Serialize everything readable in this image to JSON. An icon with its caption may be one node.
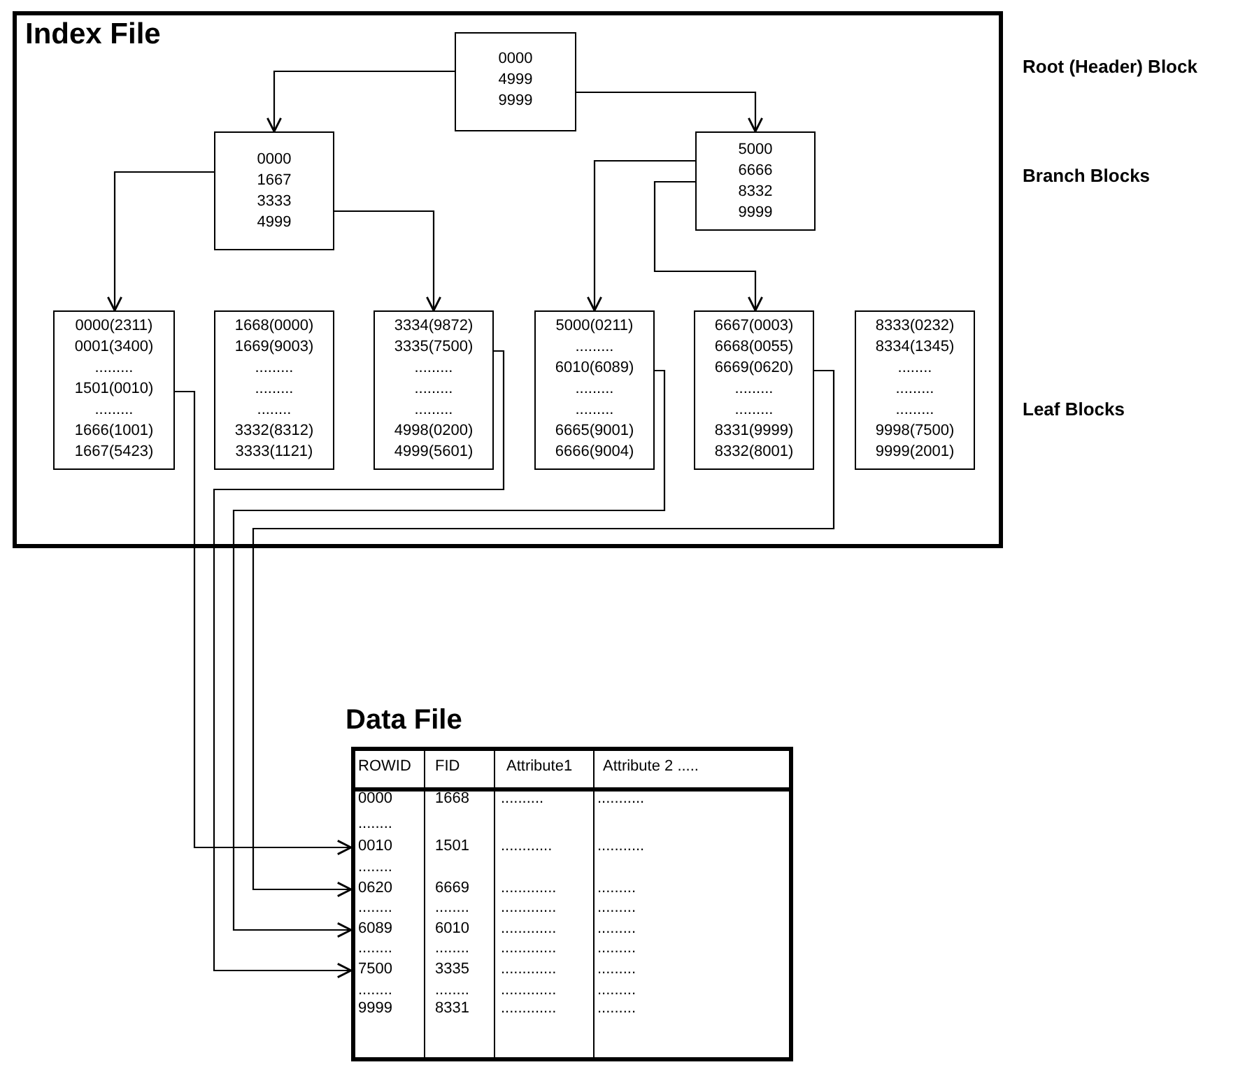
{
  "diagram": {
    "nodes": [
      {
        "text": [
          "Index File"
        ]
      },
      {
        "text": [
          "0000",
          "4999",
          "9999"
        ],
        "in": 0
      },
      {
        "text": [
          "0000",
          "1667",
          "3333",
          "4999"
        ],
        "in": 0
      },
      {
        "text": [
          "5000",
          "6666",
          "8332",
          "9999"
        ],
        "in": 0
      },
      {
        "text": [
          "0000(2311)",
          "0001(3400)",
          ".........",
          "1501(0010)",
          ".........",
          "1666(1001)",
          "1667(5423)"
        ],
        "in": 0
      },
      {
        "text": [
          "1668(0000)",
          "1669(9003)",
          ".........",
          ".........",
          "........",
          "3332(8312)",
          "3333(1121)"
        ],
        "in": 0
      },
      {
        "text": [
          "3334(9872)",
          "3335(7500)",
          ".........",
          ".........",
          ".........",
          "4998(0200)",
          "4999(5601)"
        ],
        "in": 0
      },
      {
        "text": [
          "5000(0211)",
          ".........",
          "6010(6089)",
          ".........",
          ".........",
          "6665(9001)",
          "6666(9004)"
        ],
        "in": 0
      },
      {
        "text": [
          "6667(0003)",
          "6668(0055)",
          "6669(0620)",
          ".........",
          ".........",
          "8331(9999)",
          "8332(8001)"
        ],
        "in": 0
      },
      {
        "text": [
          "8333(0232)",
          "8334(1345)",
          "........",
          ".........",
          ".........",
          "9998(7500)",
          "9999(2001)"
        ],
        "in": 0
      },
      {
        "text": [
          "Data File"
        ]
      }
    ],
    "edges": [
      {
        "from": 1,
        "to": 2,
        "arrow": "to"
      },
      {
        "from": 1,
        "to": 3,
        "arrow": "to"
      },
      {
        "from": 2,
        "to": 4,
        "arrow": "to"
      },
      {
        "from": 2,
        "to": 6,
        "arrow": "to"
      },
      {
        "from": 3,
        "to": 7,
        "arrow": "to"
      },
      {
        "from": 3,
        "to": 8,
        "arrow": "to"
      },
      {
        "from": 4,
        "to": 10,
        "arrow": "to"
      },
      {
        "from": 6,
        "to": 10,
        "arrow": "to"
      },
      {
        "from": 7,
        "to": 10,
        "arrow": "to"
      },
      {
        "from": 8,
        "to": 10,
        "arrow": "to"
      }
    ],
    "labels": [
      "Root (Header) Block",
      "Branch Blocks",
      "Leaf Blocks",
      "ROWID",
      "FID",
      "Attribute1",
      "Attribute 2 .....",
      "0000",
      "1668",
      "..........",
      "...........",
      "........",
      "0010",
      "1501",
      "............",
      "...........",
      "........",
      "0620",
      "6669",
      ".............",
      ".........",
      "........",
      "........",
      ".............",
      ".........",
      "6089",
      "6010",
      ".............",
      ".........",
      "........",
      "........",
      ".............",
      ".........",
      "7500",
      "3335",
      ".............",
      ".........",
      "........",
      "........",
      ".............",
      ".........",
      "9999",
      "8331",
      ".............",
      "........."
    ]
  }
}
